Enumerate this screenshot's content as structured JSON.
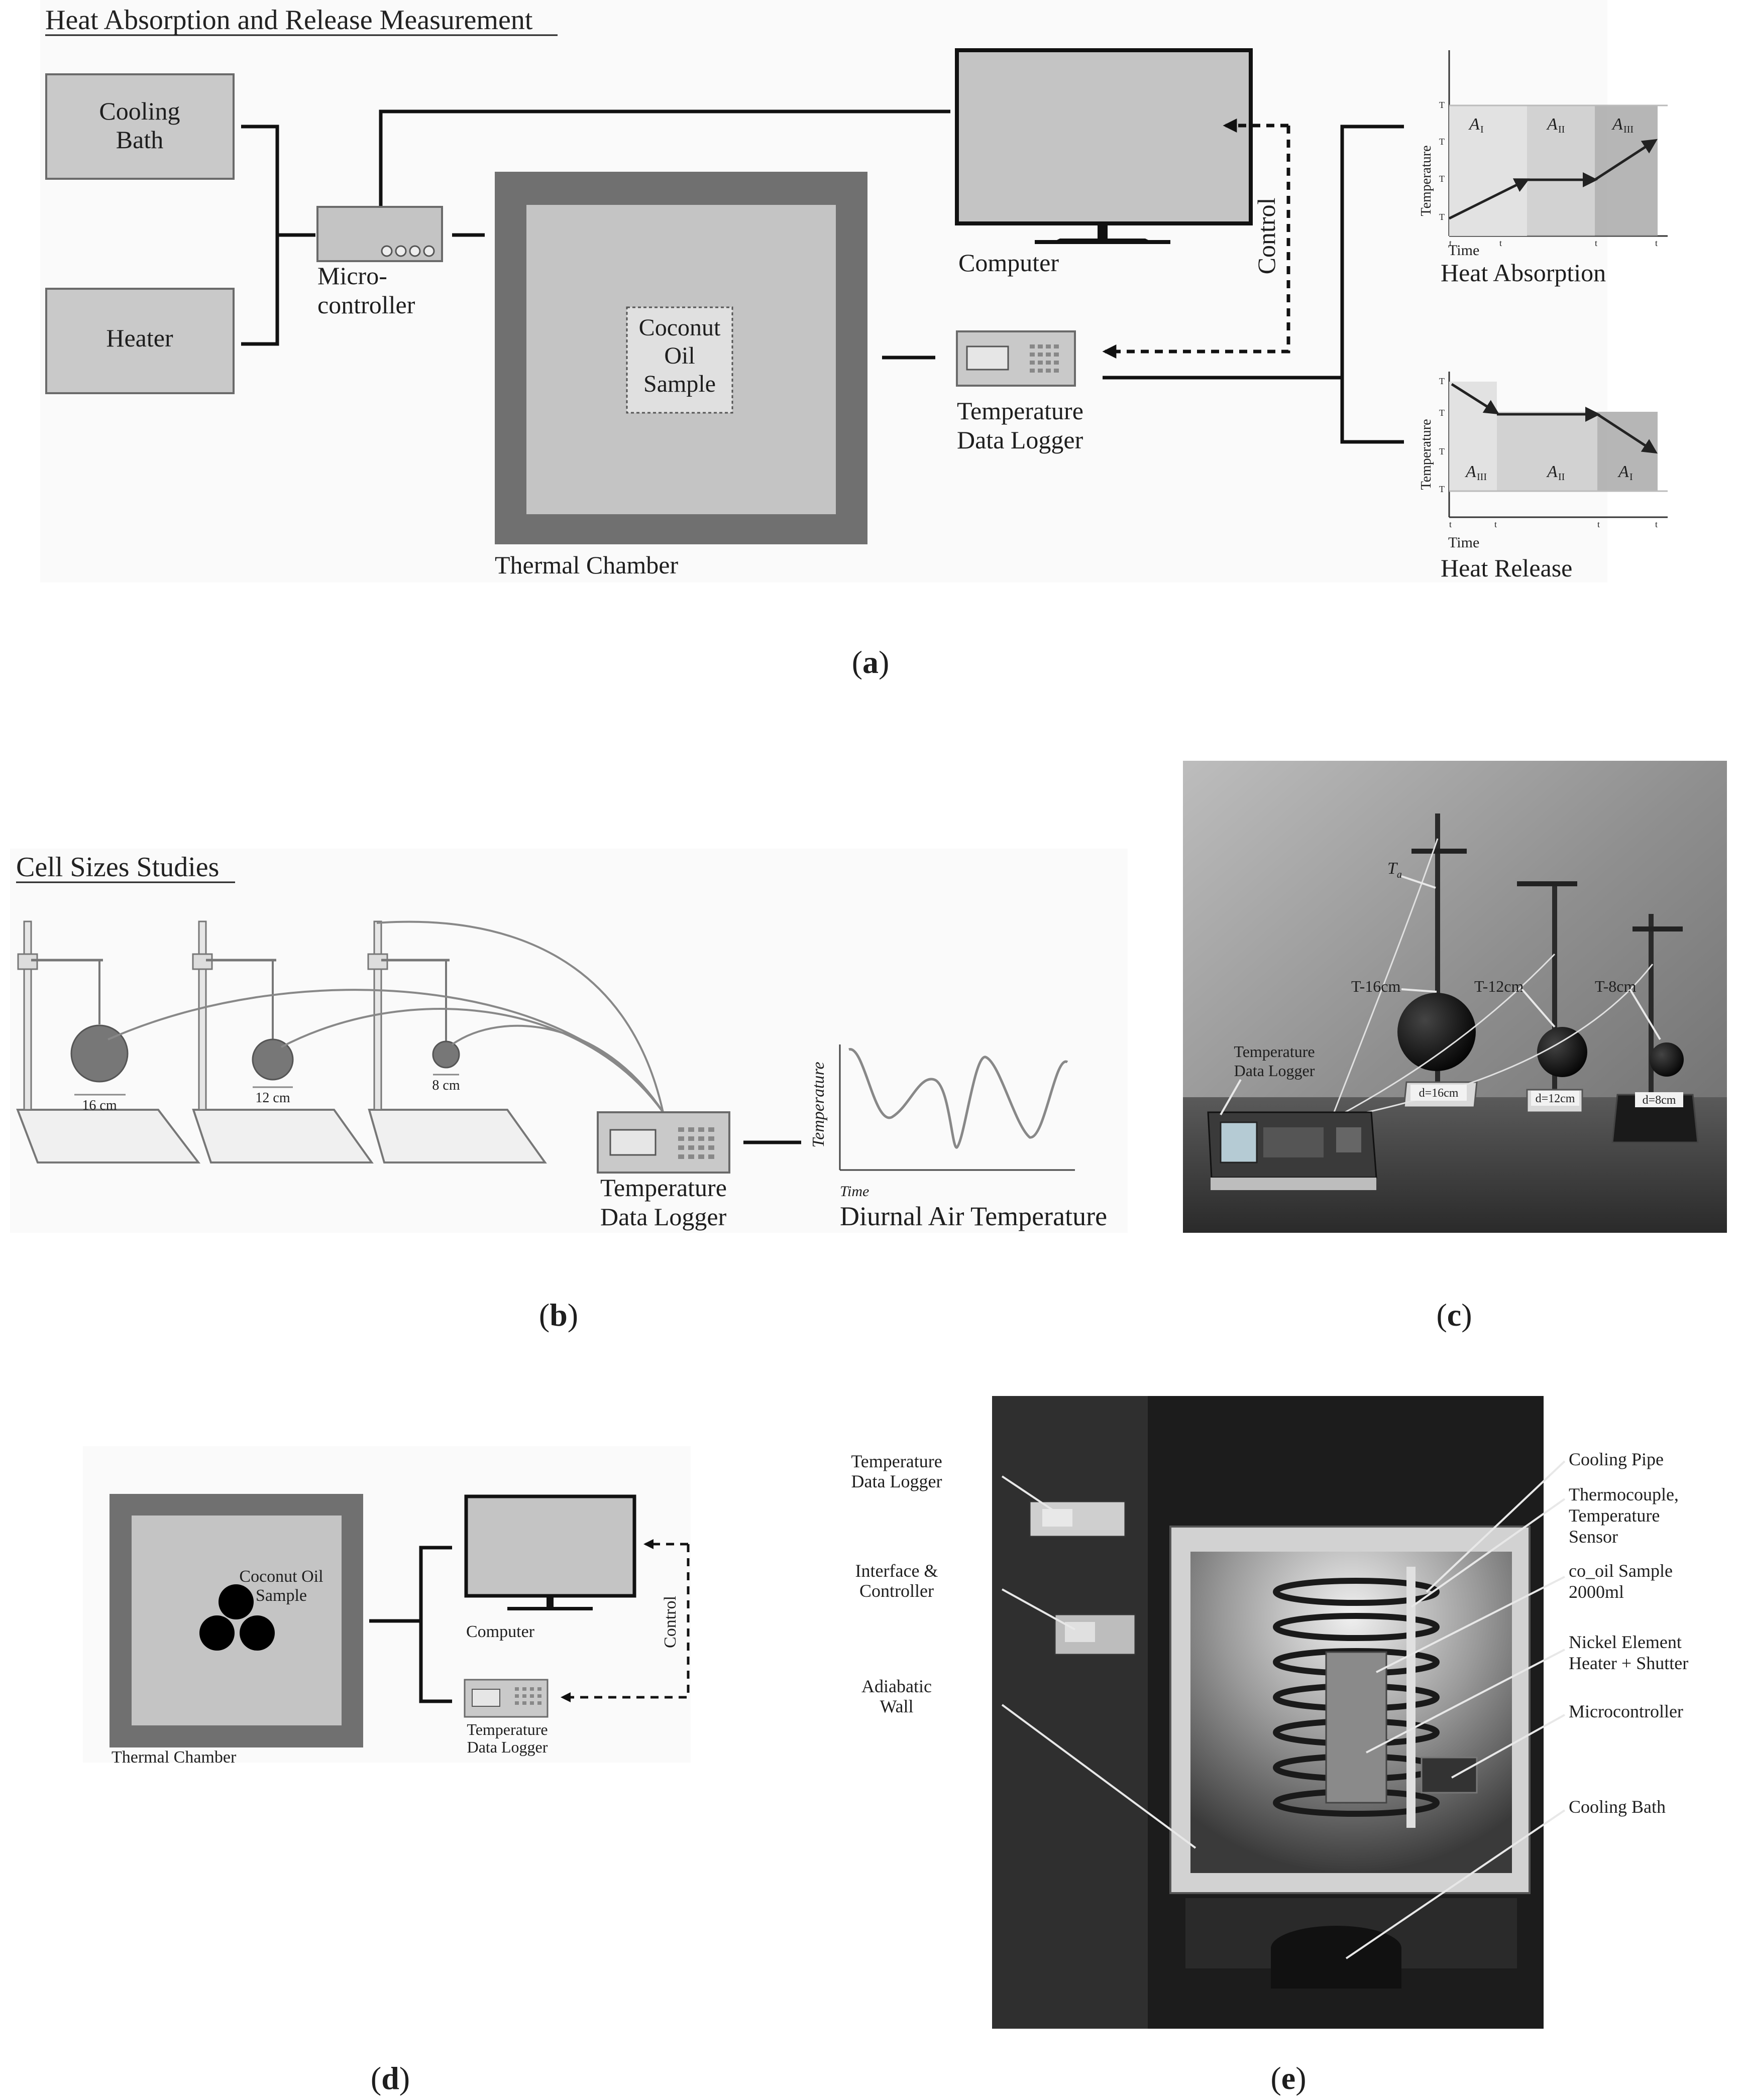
{
  "panel_a": {
    "title": "Heat Absorption and Release Measurement",
    "cooling_bath": [
      "Cooling",
      "Bath"
    ],
    "heater": "Heater",
    "microcontroller": [
      "Micro-",
      "controller"
    ],
    "sample": [
      "Coconut",
      "Oil",
      "Sample"
    ],
    "thermal_chamber": "Thermal Chamber",
    "computer": "Computer",
    "control": "Control",
    "logger": [
      "Temperature",
      "Data Logger"
    ],
    "absorption_chart": {
      "title": "Heat Absorption",
      "ylabel": "Temperature",
      "xlabel": "Time",
      "areas": [
        "A",
        "A",
        "A"
      ],
      "area_subs": [
        "I",
        "II",
        "III"
      ],
      "yticks": [
        "T",
        "T",
        "T",
        "T"
      ],
      "xticks": [
        "t",
        "t",
        "t",
        "t"
      ]
    },
    "release_chart": {
      "title": "Heat Release",
      "ylabel": "Temperature",
      "xlabel": "Time",
      "areas": [
        "A",
        "A",
        "A"
      ],
      "area_subs": [
        "III",
        "II",
        "I"
      ],
      "yticks": [
        "T",
        "T",
        "T",
        "T"
      ],
      "xticks": [
        "t",
        "t",
        "t",
        "t"
      ]
    },
    "caption_letter": "a"
  },
  "panel_b": {
    "title": "Cell Sizes Studies",
    "sizes": [
      "16 cm",
      "12 cm",
      "8 cm"
    ],
    "logger": [
      "Temperature",
      "Data Logger"
    ],
    "chart": {
      "ylabel": "Temperature",
      "xlabel": "Time",
      "title": "Diurnal Air Temperature"
    },
    "caption_letter": "b"
  },
  "panel_c": {
    "ambient": "T",
    "ambient_sub": "a",
    "labels": [
      "T-16cm",
      "T-12cm",
      "T-8cm"
    ],
    "diameters": [
      "d=16cm",
      "d=12cm",
      "d=8cm"
    ],
    "logger": [
      "Temperature",
      "Data Logger"
    ],
    "caption_letter": "c"
  },
  "panel_d": {
    "sample": [
      "Coconut Oil",
      "Sample"
    ],
    "thermal_chamber": "Thermal Chamber",
    "computer": "Computer",
    "control": "Control",
    "logger": [
      "Temperature",
      "Data Logger"
    ],
    "caption_letter": "d"
  },
  "panel_e": {
    "left_labels": [
      [
        "Temperature",
        "Data Logger"
      ],
      [
        "Interface &",
        "Controller"
      ],
      [
        "Adiabatic",
        "Wall"
      ]
    ],
    "right_labels": [
      [
        "Cooling Pipe"
      ],
      [
        "Thermocouple,",
        "Temperature",
        "Sensor"
      ],
      [
        "co_oil Sample",
        "2000ml"
      ],
      [
        "Nickel Element",
        "Heater + Shutter"
      ],
      [
        "Microcontroller"
      ],
      [
        "Cooling Bath"
      ]
    ],
    "caption_letter": "e"
  }
}
